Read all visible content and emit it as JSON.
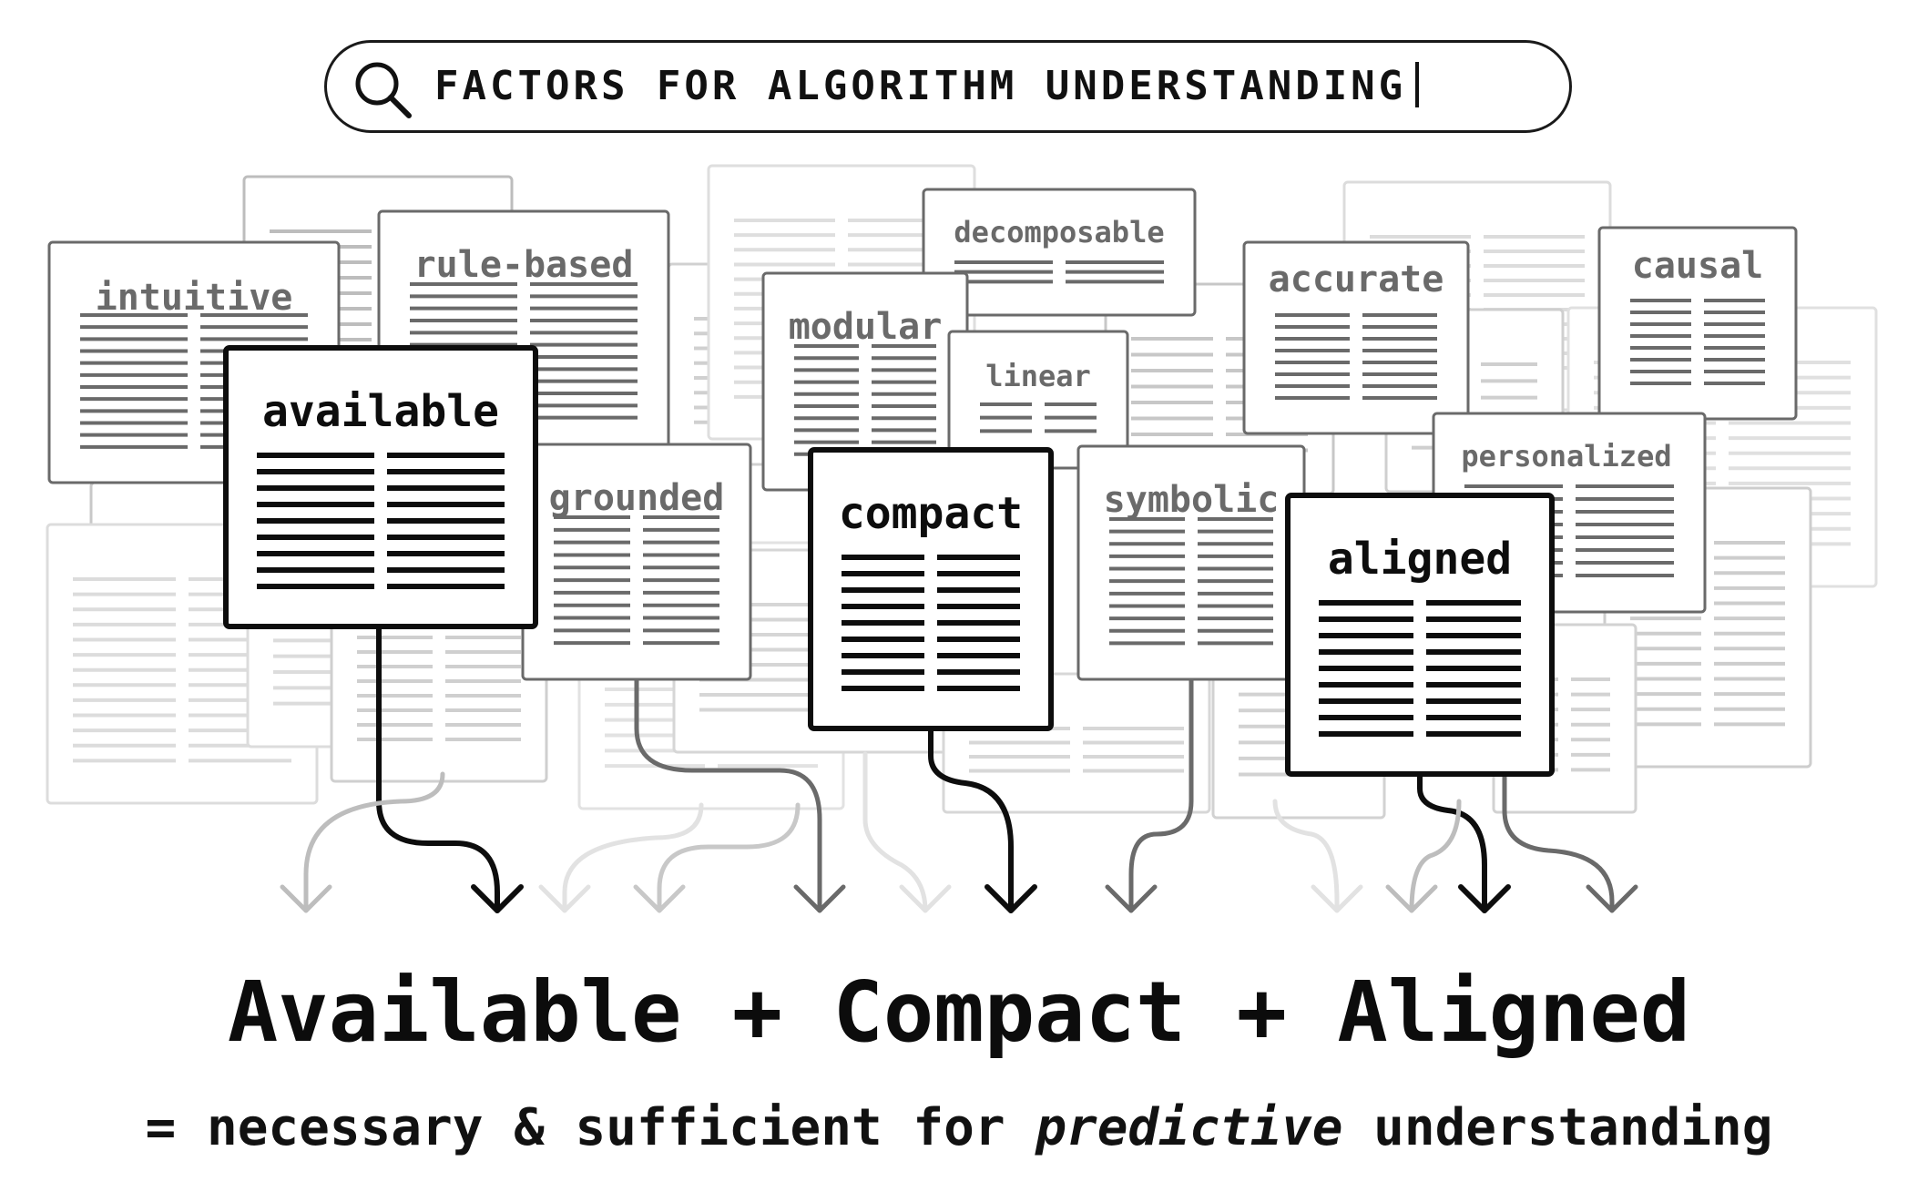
{
  "search": {
    "query": "FACTORS FOR ALGORITHM UNDERSTANDING"
  },
  "factors": {
    "intuitive": "intuitive",
    "rule_based": "rule-based",
    "decomposable": "decomposable",
    "modular": "modular",
    "linear": "linear",
    "accurate": "accurate",
    "causal": "causal",
    "personalized": "personalized",
    "grounded": "grounded",
    "symbolic": "symbolic",
    "available": "available",
    "compact": "compact",
    "aligned": "aligned"
  },
  "conclusion": {
    "headline": "Available + Compact + Aligned",
    "sub_prefix": "= necessary & sufficient for ",
    "sub_emphasis": "predictive",
    "sub_suffix": " understanding"
  },
  "colors": {
    "ink": "#111111",
    "mid_gray": "#6a6a6a",
    "light_gray": "#bdbdbd",
    "faint_gray": "#dcdcdc"
  },
  "icons": [
    "search-icon",
    "arrow-down-icon"
  ]
}
